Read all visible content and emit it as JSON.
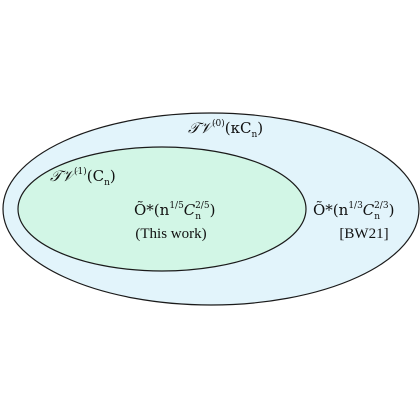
{
  "colors": {
    "outer_fill": "#e2f4fb",
    "inner_fill": "#d2f6e6",
    "stroke": "#1a1a1a"
  },
  "outer_region": {
    "label_main": "𝒯𝒱",
    "label_sup": "(0)",
    "label_arg": "(κC",
    "label_arg_sub": "n",
    "label_close": ")",
    "bound": {
      "prefix": "Õ*(n",
      "exp1": "1/3",
      "mid": "C",
      "mid_sub": "n",
      "exp2": "2/3",
      "suffix": ")"
    },
    "citation": "[BW21]"
  },
  "inner_region": {
    "label_main": "𝒯𝒱",
    "label_sup": "(1)",
    "label_arg": "(C",
    "label_arg_sub": "n",
    "label_close": ")",
    "bound": {
      "prefix": "Õ*(n",
      "exp1": "1/5",
      "mid": "C",
      "mid_sub": "n",
      "exp2": "2/5",
      "suffix": ")"
    },
    "citation": "(This work)"
  }
}
